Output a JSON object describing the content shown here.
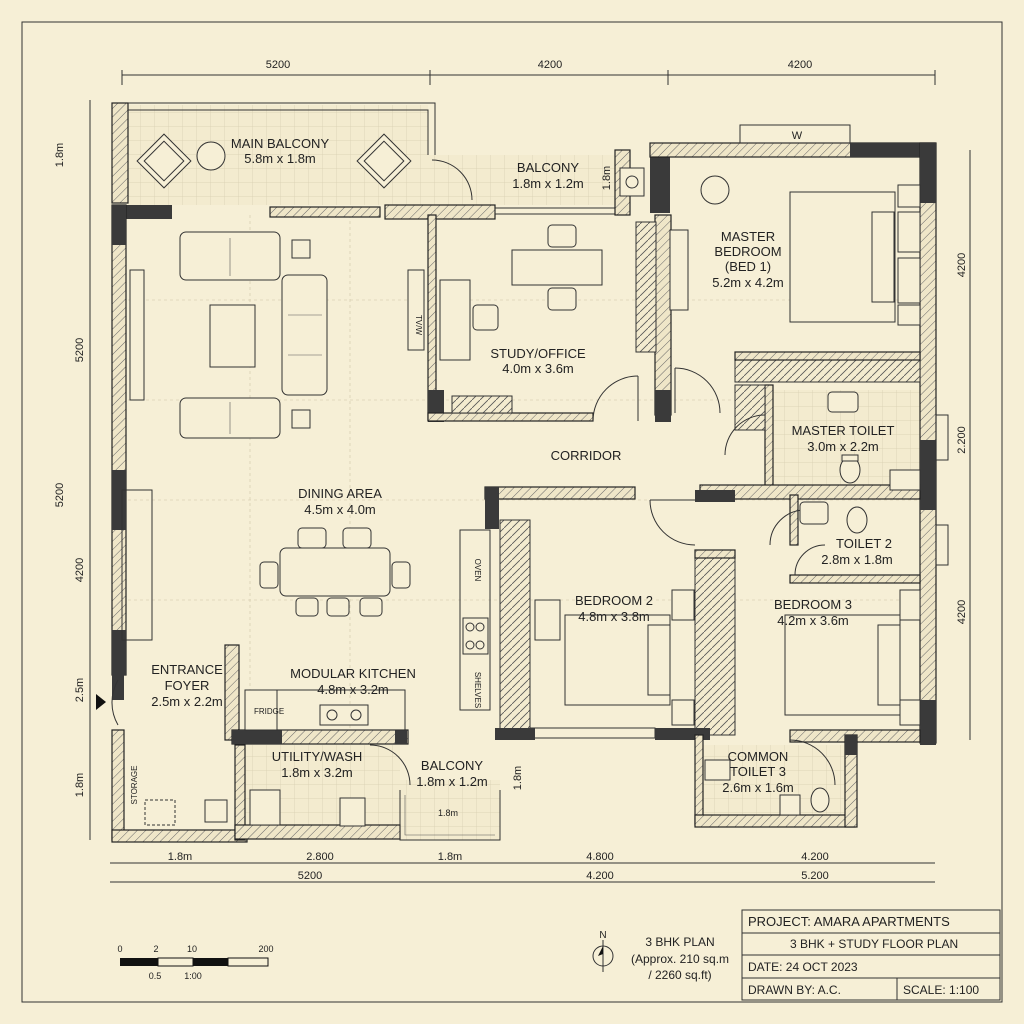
{
  "plan": {
    "project": "PROJECT: AMARA APARTMENTS",
    "subtitle": "3 BHK + STUDY FLOOR PLAN",
    "date": "DATE: 24 OCT 2023",
    "drawn_by": "DRAWN BY: A.C.",
    "scale": "SCALE: 1:100",
    "plan_title": "3 BHK PLAN",
    "area_line1": "(Approx. 210 sq.m",
    "area_line2": "/ 2260 sq.ft)",
    "north": "N"
  },
  "scale_bar": {
    "top_labels": [
      "0",
      "2",
      "10",
      "200"
    ],
    "bottom_labels": [
      "0.5",
      "1:00"
    ]
  },
  "dims_top": [
    "5200",
    "4200",
    "4200"
  ],
  "dims_bottom_row1": [
    "1.8m",
    "2.800",
    "1.8m",
    "4.800",
    "4.200"
  ],
  "dims_bottom_row2": [
    "5200",
    "4.200",
    "5.200"
  ],
  "dims_left": [
    "1.8m",
    "5200",
    "5200",
    "4200",
    "2.5m",
    "1.8m"
  ],
  "dims_right": [
    "4200",
    "2.200",
    "4200"
  ],
  "rooms": {
    "main_balcony": {
      "name": "MAIN BALCONY",
      "size": "5.8m x 1.8m"
    },
    "balcony_top": {
      "name": "BALCONY",
      "size": "1.8m x 1.2m",
      "tag": "1.8m"
    },
    "study": {
      "name": "STUDY/OFFICE",
      "size": "4.0m x 3.6m"
    },
    "master_bed": {
      "name1": "MASTER",
      "name2": "BEDROOM",
      "name3": "(BED 1)",
      "size": "5.2m x 4.2m"
    },
    "master_toilet": {
      "name": "MASTER TOILET",
      "size": "3.0m x 2.2m"
    },
    "corridor": {
      "name": "CORRIDOR"
    },
    "dining": {
      "name": "DINING AREA",
      "size": "4.5m x 4.0m"
    },
    "toilet2": {
      "name": "TOILET 2",
      "size": "2.8m x 1.8m"
    },
    "bedroom2": {
      "name": "BEDROOM 2",
      "size": "4.8m x 3.8m"
    },
    "bedroom3": {
      "name": "BEDROOM 3",
      "size": "4.2m x 3.6m"
    },
    "foyer": {
      "name1": "ENTRANCE",
      "name2": "FOYER",
      "size": "2.5m x 2.2m"
    },
    "kitchen": {
      "name": "MODULAR KITCHEN",
      "size": "4.8m x 3.2m"
    },
    "utility": {
      "name": "UTILITY/WASH",
      "size": "1.8m x 3.2m"
    },
    "balcony_bottom": {
      "name": "BALCONY",
      "size": "1.8m x 1.2m",
      "tag": "1.8m",
      "side": "1.8m"
    },
    "common_toilet": {
      "name1": "COMMON",
      "name2": "TOILET 3",
      "size": "2.6m x 1.6m"
    }
  },
  "labels": {
    "window_w": "W",
    "tv_wall": "TV/W",
    "fridge": "FRIDGE",
    "storage": "STORAGE",
    "oven_label": "OVEN",
    "shelves": "SHELVES"
  },
  "colors": {
    "paper": "#f6efd6",
    "ink": "#222222",
    "wall": "#3a3a3a"
  }
}
